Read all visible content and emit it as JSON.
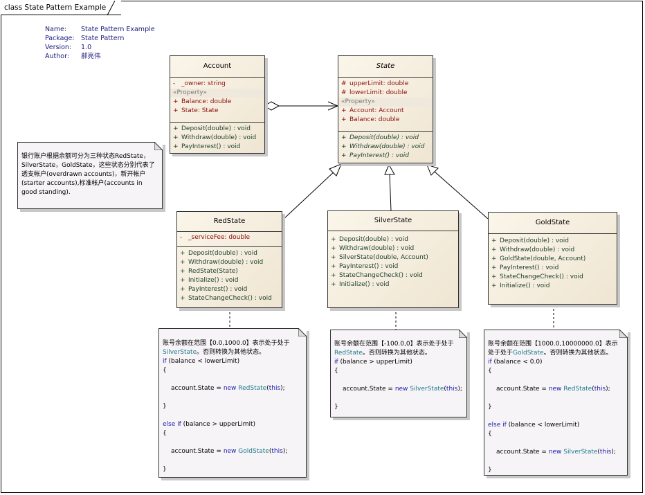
{
  "frame": {
    "title": "class State Pattern Example"
  },
  "meta": {
    "rows": [
      {
        "label": "Name:",
        "value": "State Pattern Example"
      },
      {
        "label": "Package:",
        "value": "State Pattern"
      },
      {
        "label": "Version:",
        "value": "1.0"
      },
      {
        "label": "Author:",
        "value": "郝亮伟"
      }
    ]
  },
  "colors": {
    "attribute": "#8a0a0a",
    "operation": "#1a3d2a",
    "keyword": "#1a1aa8",
    "type": "#1a7a8a",
    "class_fill": "#f5eee0",
    "note_fill": "#f7f4f7"
  },
  "classes": {
    "account": {
      "name": "Account",
      "attributes": [
        {
          "vis": "-",
          "text": "_owner:  string"
        }
      ],
      "stereotype": "«Property»",
      "properties": [
        {
          "vis": "+",
          "text": "Balance:  double"
        },
        {
          "vis": "+",
          "text": "State:  State"
        }
      ],
      "operations": [
        {
          "vis": "+",
          "text": "Deposit(double) : void"
        },
        {
          "vis": "+",
          "text": "Withdraw(double) : void"
        },
        {
          "vis": "+",
          "text": "PayInterest() : void"
        }
      ]
    },
    "state": {
      "name": "State",
      "attributes": [
        {
          "vis": "#",
          "text": "upperLimit:  double"
        },
        {
          "vis": "#",
          "text": "lowerLimit:  double"
        }
      ],
      "stereotype": "«Property»",
      "properties": [
        {
          "vis": "+",
          "text": "Account:  Account"
        },
        {
          "vis": "+",
          "text": "Balance:  double"
        }
      ],
      "operations": [
        {
          "vis": "+",
          "text": "Deposit(double) : void"
        },
        {
          "vis": "+",
          "text": "Withdraw(double) : void"
        },
        {
          "vis": "+",
          "text": "PayInterest() : void"
        }
      ]
    },
    "redstate": {
      "name": "RedState",
      "attributes": [
        {
          "vis": "-",
          "text": "_serviceFee:  double"
        }
      ],
      "operations": [
        {
          "vis": "+",
          "text": "Deposit(double) : void"
        },
        {
          "vis": "+",
          "text": "Withdraw(double) : void"
        },
        {
          "vis": "+",
          "text": "RedState(State)"
        },
        {
          "vis": "+",
          "text": "Initialize() : void"
        },
        {
          "vis": "+",
          "text": "PayInterest() : void"
        },
        {
          "vis": "+",
          "text": "StateChangeCheck() : void"
        }
      ]
    },
    "silverstate": {
      "name": "SilverState",
      "operations": [
        {
          "vis": "+",
          "text": "Deposit(double) : void"
        },
        {
          "vis": "+",
          "text": "Withdraw(double) : void"
        },
        {
          "vis": "+",
          "text": "SilverState(double, Account)"
        },
        {
          "vis": "+",
          "text": "PayInterest() : void"
        },
        {
          "vis": "+",
          "text": "StateChangeCheck() : void"
        },
        {
          "vis": "+",
          "text": "Initialize() : void"
        }
      ]
    },
    "goldstate": {
      "name": "GoldState",
      "operations": [
        {
          "vis": "+",
          "text": "Deposit(double) : void"
        },
        {
          "vis": "+",
          "text": "Withdraw(double) : void"
        },
        {
          "vis": "+",
          "text": "GoldState(double, Account)"
        },
        {
          "vis": "+",
          "text": "PayInterest() : void"
        },
        {
          "vis": "+",
          "text": "StateChangeCheck() : void"
        },
        {
          "vis": "+",
          "text": "Initialize() : void"
        }
      ]
    }
  },
  "notes": {
    "overview": "银行账户根据余额可分为三种状态RedState，SilverState，GoldState，这些状态分别代表了透支帐户(overdrawn accounts)，新开帐户(starter accounts),标准帐户(accounts in good standing).",
    "red": {
      "line1": "账号余额在范围【0.0,1000.0】表示处于处于",
      "state": "SilverState",
      "line2": "。否则转换为其他状态。",
      "kw_if": "if",
      "cond1": " (balance < lowerLimit)",
      "open1": "{",
      "assign1": "account.State = ",
      "kw_new1": "new",
      "type1": "RedState",
      "paren1a": "(",
      "kw_this1": "this",
      "paren1b": ");",
      "close1": "}",
      "kw_elseif": "else if",
      "cond2": " (balance > upperLimit)",
      "open2": "{",
      "assign2": "account.State = ",
      "kw_new2": "new",
      "type2": "GoldState",
      "paren2a": "(",
      "kw_this2": "this",
      "paren2b": ");",
      "close2": "}"
    },
    "silver": {
      "line1": "账号余额在范围【-100.0,0】表示处于处于",
      "state": "RedState",
      "line2": "。否则转换为其他状态。",
      "kw_if": "if",
      "cond1": " (balance > upperLimit)",
      "open1": "{",
      "assign1": "account.State = ",
      "kw_new1": "new",
      "type1": "SilverState",
      "paren1a": "(",
      "kw_this1": "this",
      "paren1b": ");",
      "close1": "}"
    },
    "gold": {
      "line1": "账号余额在范围【1000.0,10000000.0】表示",
      "line1b": "处于处于",
      "state": "GoldState",
      "line2": "。否则转换为其他状态。",
      "kw_if": "if",
      "cond1": " (balance < 0.0)",
      "open1": "{",
      "assign1": "account.State = ",
      "kw_new1": "new",
      "type1": "RedState",
      "paren1a": "(",
      "kw_this1": "this",
      "paren1b": ");",
      "close1": "}",
      "kw_elseif": "else if",
      "cond2": " (balance < lowerLimit)",
      "open2": "{",
      "assign2": "account.State = ",
      "kw_new2": "new",
      "type2": "SilverState",
      "paren2a": "(",
      "kw_this2": "this",
      "paren2b": ");",
      "close2": "}"
    }
  }
}
